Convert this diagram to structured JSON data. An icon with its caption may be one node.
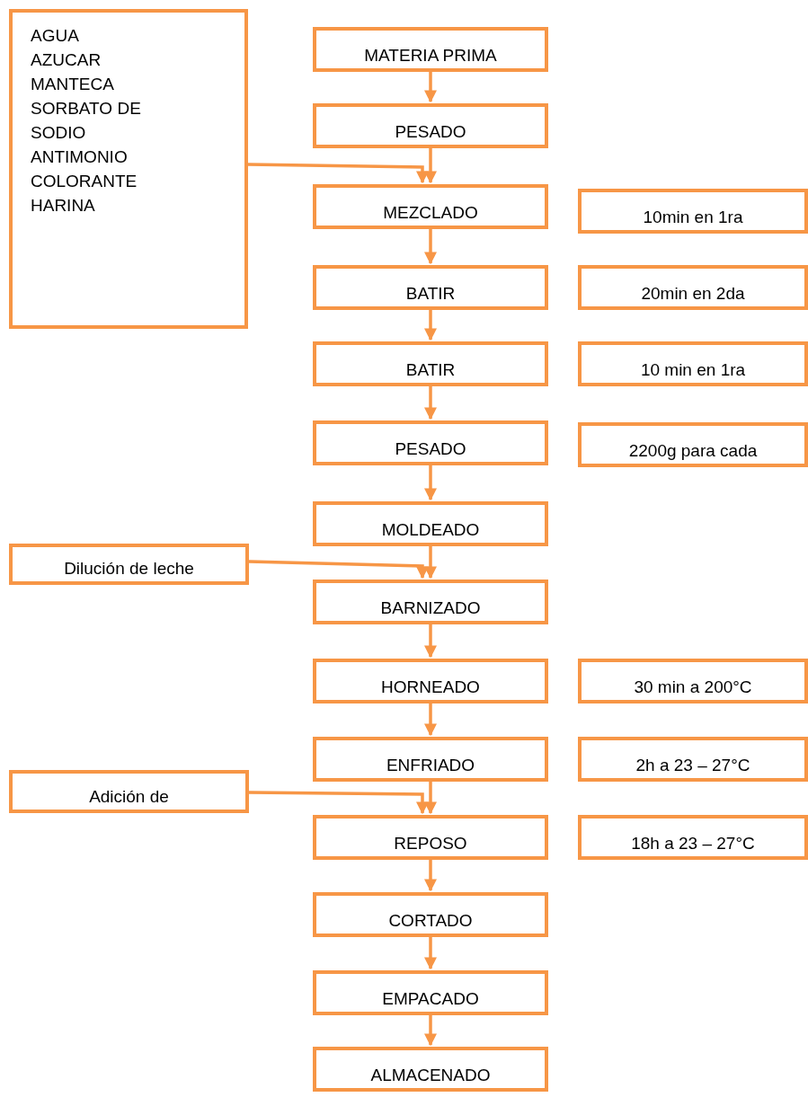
{
  "diagram": {
    "nodes": [
      {
        "text": [
          "AGUA",
          "AZUCAR",
          "MANTECA",
          "SORBATO DE SODIO",
          "ANTIMONIO",
          "COLORANTE",
          "HARINA"
        ]
      },
      {
        "text": [
          "MATERIA PRIMA"
        ]
      },
      {
        "text": [
          "PESADO"
        ]
      },
      {
        "text": [
          "MEZCLADO"
        ]
      },
      {
        "text": [
          "BATIR"
        ]
      },
      {
        "text": [
          "BATIR"
        ]
      },
      {
        "text": [
          "PESADO"
        ]
      },
      {
        "text": [
          "MOLDEADO"
        ]
      },
      {
        "text": [
          "BARNIZADO"
        ]
      },
      {
        "text": [
          "HORNEADO"
        ]
      },
      {
        "text": [
          "ENFRIADO"
        ]
      },
      {
        "text": [
          "REPOSO"
        ]
      },
      {
        "text": [
          "CORTADO"
        ]
      },
      {
        "text": [
          "EMPACADO"
        ]
      },
      {
        "text": [
          "ALMACENADO"
        ]
      },
      {
        "text": [
          "10min en 1ra"
        ]
      },
      {
        "text": [
          "20min en 2da"
        ]
      },
      {
        "text": [
          "10 min en 1ra"
        ]
      },
      {
        "text": [
          "2200g para cada"
        ]
      },
      {
        "text": [
          "30 min a 200°C"
        ]
      },
      {
        "text": [
          "2h a 23 – 27°C"
        ]
      },
      {
        "text": [
          "18h a 23 – 27°C"
        ]
      },
      {
        "text": [
          "Dilución de leche"
        ]
      },
      {
        "text": [
          "Adición de"
        ]
      }
    ],
    "edges": [
      {
        "from": 1,
        "to": 2,
        "arrow": "to"
      },
      {
        "from": 2,
        "to": 3,
        "arrow": "to"
      },
      {
        "from": 3,
        "to": 4,
        "arrow": "to"
      },
      {
        "from": 4,
        "to": 5,
        "arrow": "to"
      },
      {
        "from": 5,
        "to": 6,
        "arrow": "to"
      },
      {
        "from": 6,
        "to": 7,
        "arrow": "to"
      },
      {
        "from": 7,
        "to": 8,
        "arrow": "to"
      },
      {
        "from": 8,
        "to": 9,
        "arrow": "to"
      },
      {
        "from": 9,
        "to": 10,
        "arrow": "to"
      },
      {
        "from": 10,
        "to": 11,
        "arrow": "to"
      },
      {
        "from": 11,
        "to": 12,
        "arrow": "to"
      },
      {
        "from": 12,
        "to": 13,
        "arrow": "to"
      },
      {
        "from": 13,
        "to": 14,
        "arrow": "to"
      },
      {
        "from": 0,
        "to": 3,
        "arrow": "to"
      },
      {
        "from": 22,
        "to": 8,
        "arrow": "to"
      },
      {
        "from": 23,
        "to": 11,
        "arrow": "to"
      }
    ]
  }
}
